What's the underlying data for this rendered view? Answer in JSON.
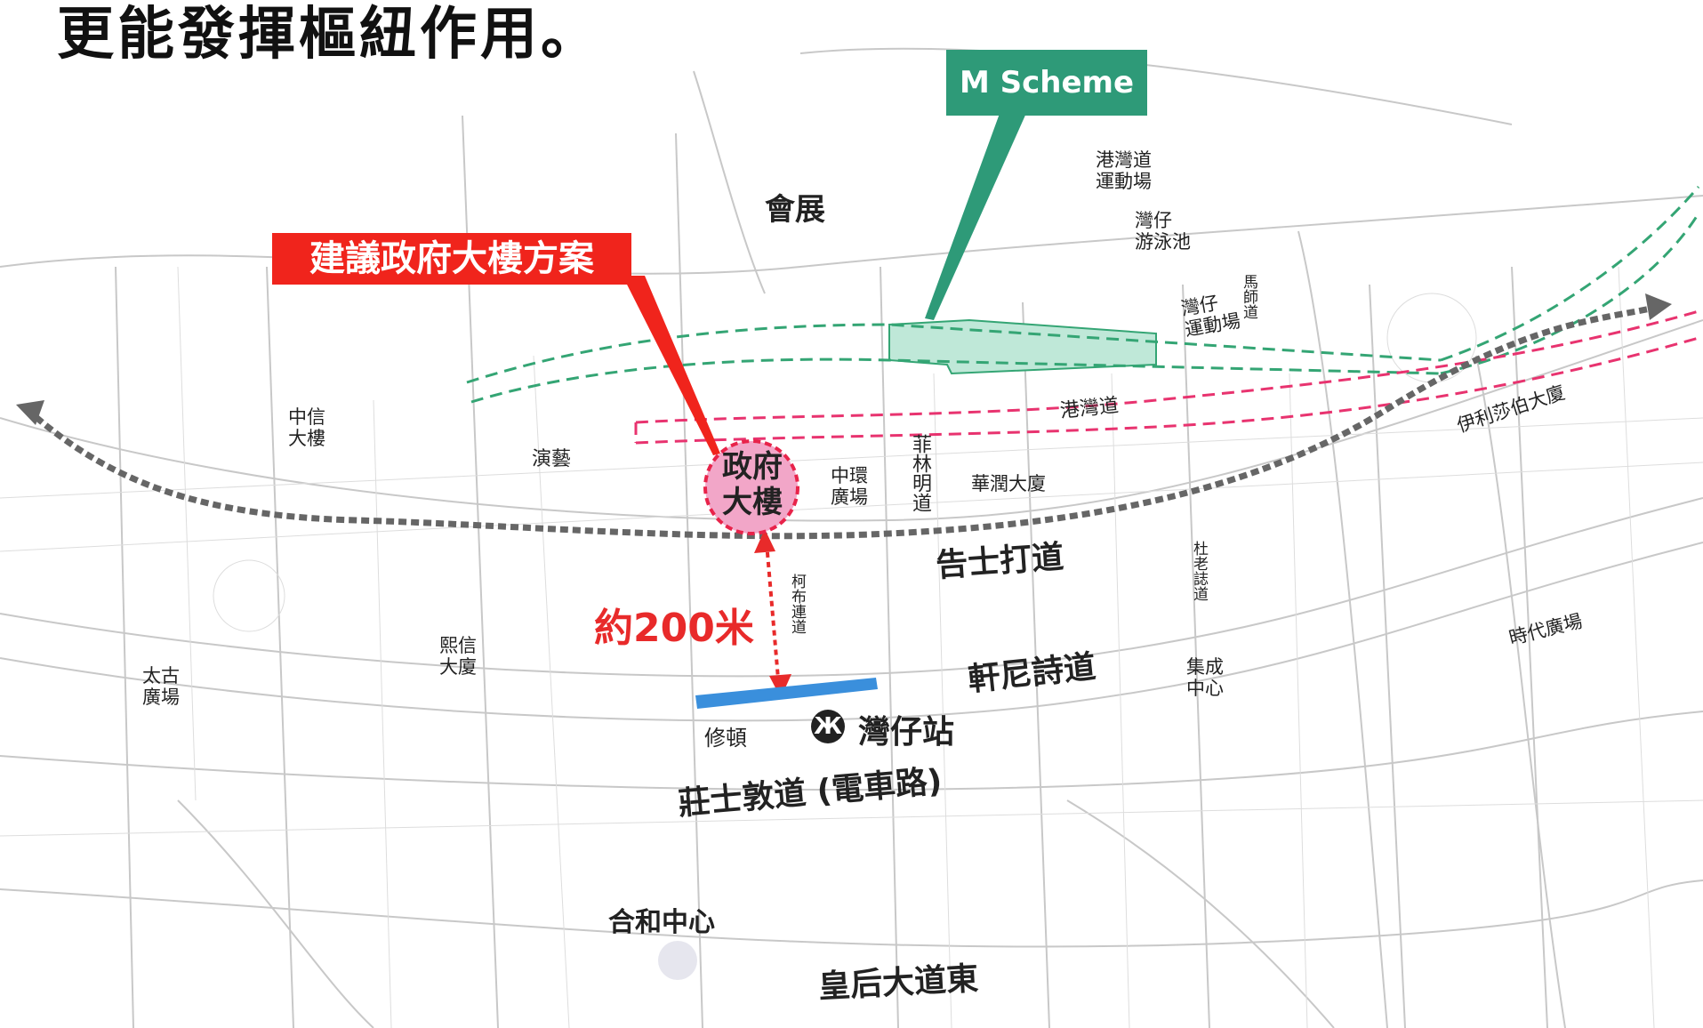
{
  "heading": "更能發揮樞紐作用。",
  "callouts": {
    "m_scheme": "M Scheme",
    "proposal": "建議政府大樓方案"
  },
  "marker": {
    "line1": "政府",
    "line2": "大樓"
  },
  "distance_label": "約200米",
  "station": {
    "icon": "mtr-logo-icon",
    "label": "灣仔站"
  },
  "roads": {
    "gloucester": "告士打道",
    "hennessy": "軒尼詩道",
    "johnston": "莊士敦道 (電車路)",
    "queens_east": "皇后大道東",
    "harbour": "港灣道",
    "fleming": "菲林明道",
    "o_brien": "柯布連道",
    "tonnochy": "杜老誌道",
    "percival": "馬師道"
  },
  "places": {
    "convention": "會展",
    "citic": "中信\n大樓",
    "arts_centre": "演藝",
    "central_plaza": "中環\n廣場",
    "china_resources": "華潤大廈",
    "harbour_road_sports": "港灣道\n運動場",
    "wanchai_pool": "灣仔\n游泳池",
    "wanchai_sports": "灣仔\n運動場",
    "elizabeth": "伊利莎伯大廈",
    "times_square": "時代廣場",
    "hopewell": "合和中心",
    "southorn": "修頓",
    "causeway_centre": "集成\n中心",
    "pacific_place": "太古\n廣場",
    "hysan": "熙信\n大廈"
  },
  "colors": {
    "callout_green": "#2e9a78",
    "callout_red": "#f0241c",
    "route_green": "#34a574",
    "route_pink": "#e8336f",
    "walkway": "#666666",
    "distance": "#e82a2a",
    "platform": "#3a8fdc",
    "marker_fill": "#f2a6c8",
    "marker_border": "#e8234a"
  }
}
